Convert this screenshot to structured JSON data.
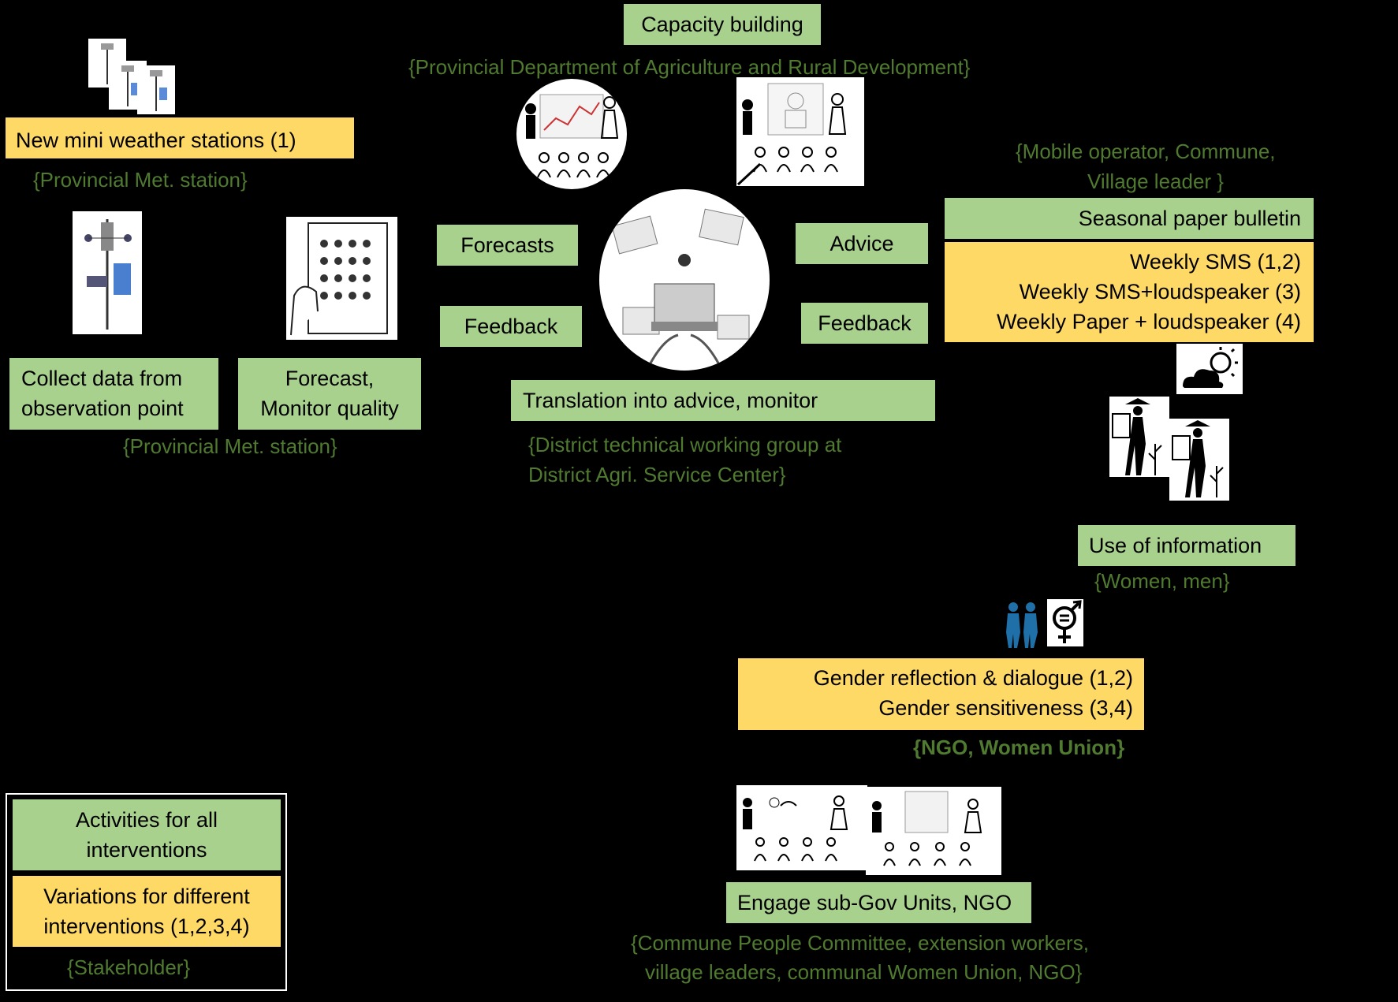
{
  "capacity_building": {
    "title": "Capacity building",
    "stakeholder": "{Provincial Department of Agriculture and Rural Development}"
  },
  "weather_stations": {
    "title": "New mini weather stations (1)",
    "stakeholder": "{Provincial Met. station}"
  },
  "collect_data": {
    "line1": "Collect data from",
    "line2": "observation point"
  },
  "forecast_quality": {
    "line1": "Forecast,",
    "line2": "Monitor quality"
  },
  "met_station_stakeholder": "{Provincial Met. station}",
  "center_links": {
    "forecasts": "Forecasts",
    "feedback_left": "Feedback",
    "advice": "Advice",
    "feedback_right": "Feedback"
  },
  "translation": {
    "title": "Translation into advice, monitor",
    "stakeholder_line1": "{District technical working group at",
    "stakeholder_line2": "District Agri. Service Center}"
  },
  "dissemination": {
    "stakeholder_line1": "{Mobile operator, Commune,",
    "stakeholder_line2": "Village leader }",
    "seasonal": "Seasonal paper bulletin",
    "variations": [
      "Weekly SMS (1,2)",
      "Weekly SMS+loudspeaker (3)",
      "Weekly Paper + loudspeaker (4)"
    ]
  },
  "use_info": {
    "title": "Use of information",
    "stakeholder": "{Women, men}"
  },
  "gender": {
    "line1": "Gender reflection & dialogue (1,2)",
    "line2": "Gender sensitiveness (3,4)",
    "stakeholder": "{NGO, Women Union}"
  },
  "engage": {
    "title": "Engage sub-Gov Units, NGO",
    "stakeholder_line1": "{Commune People Committee, extension workers,",
    "stakeholder_line2": "village leaders, communal Women Union, NGO}"
  },
  "legend": {
    "green_line1": "Activities for all",
    "green_line2": "interventions",
    "yellow_line1": "Variations for different",
    "yellow_line2": "interventions (1,2,3,4)",
    "stakeholder": "{Stakeholder}"
  },
  "colors": {
    "green": "#a9d18e",
    "yellow": "#ffd966",
    "stakeholder_text": "#4f7a2f",
    "background": "#000000"
  }
}
